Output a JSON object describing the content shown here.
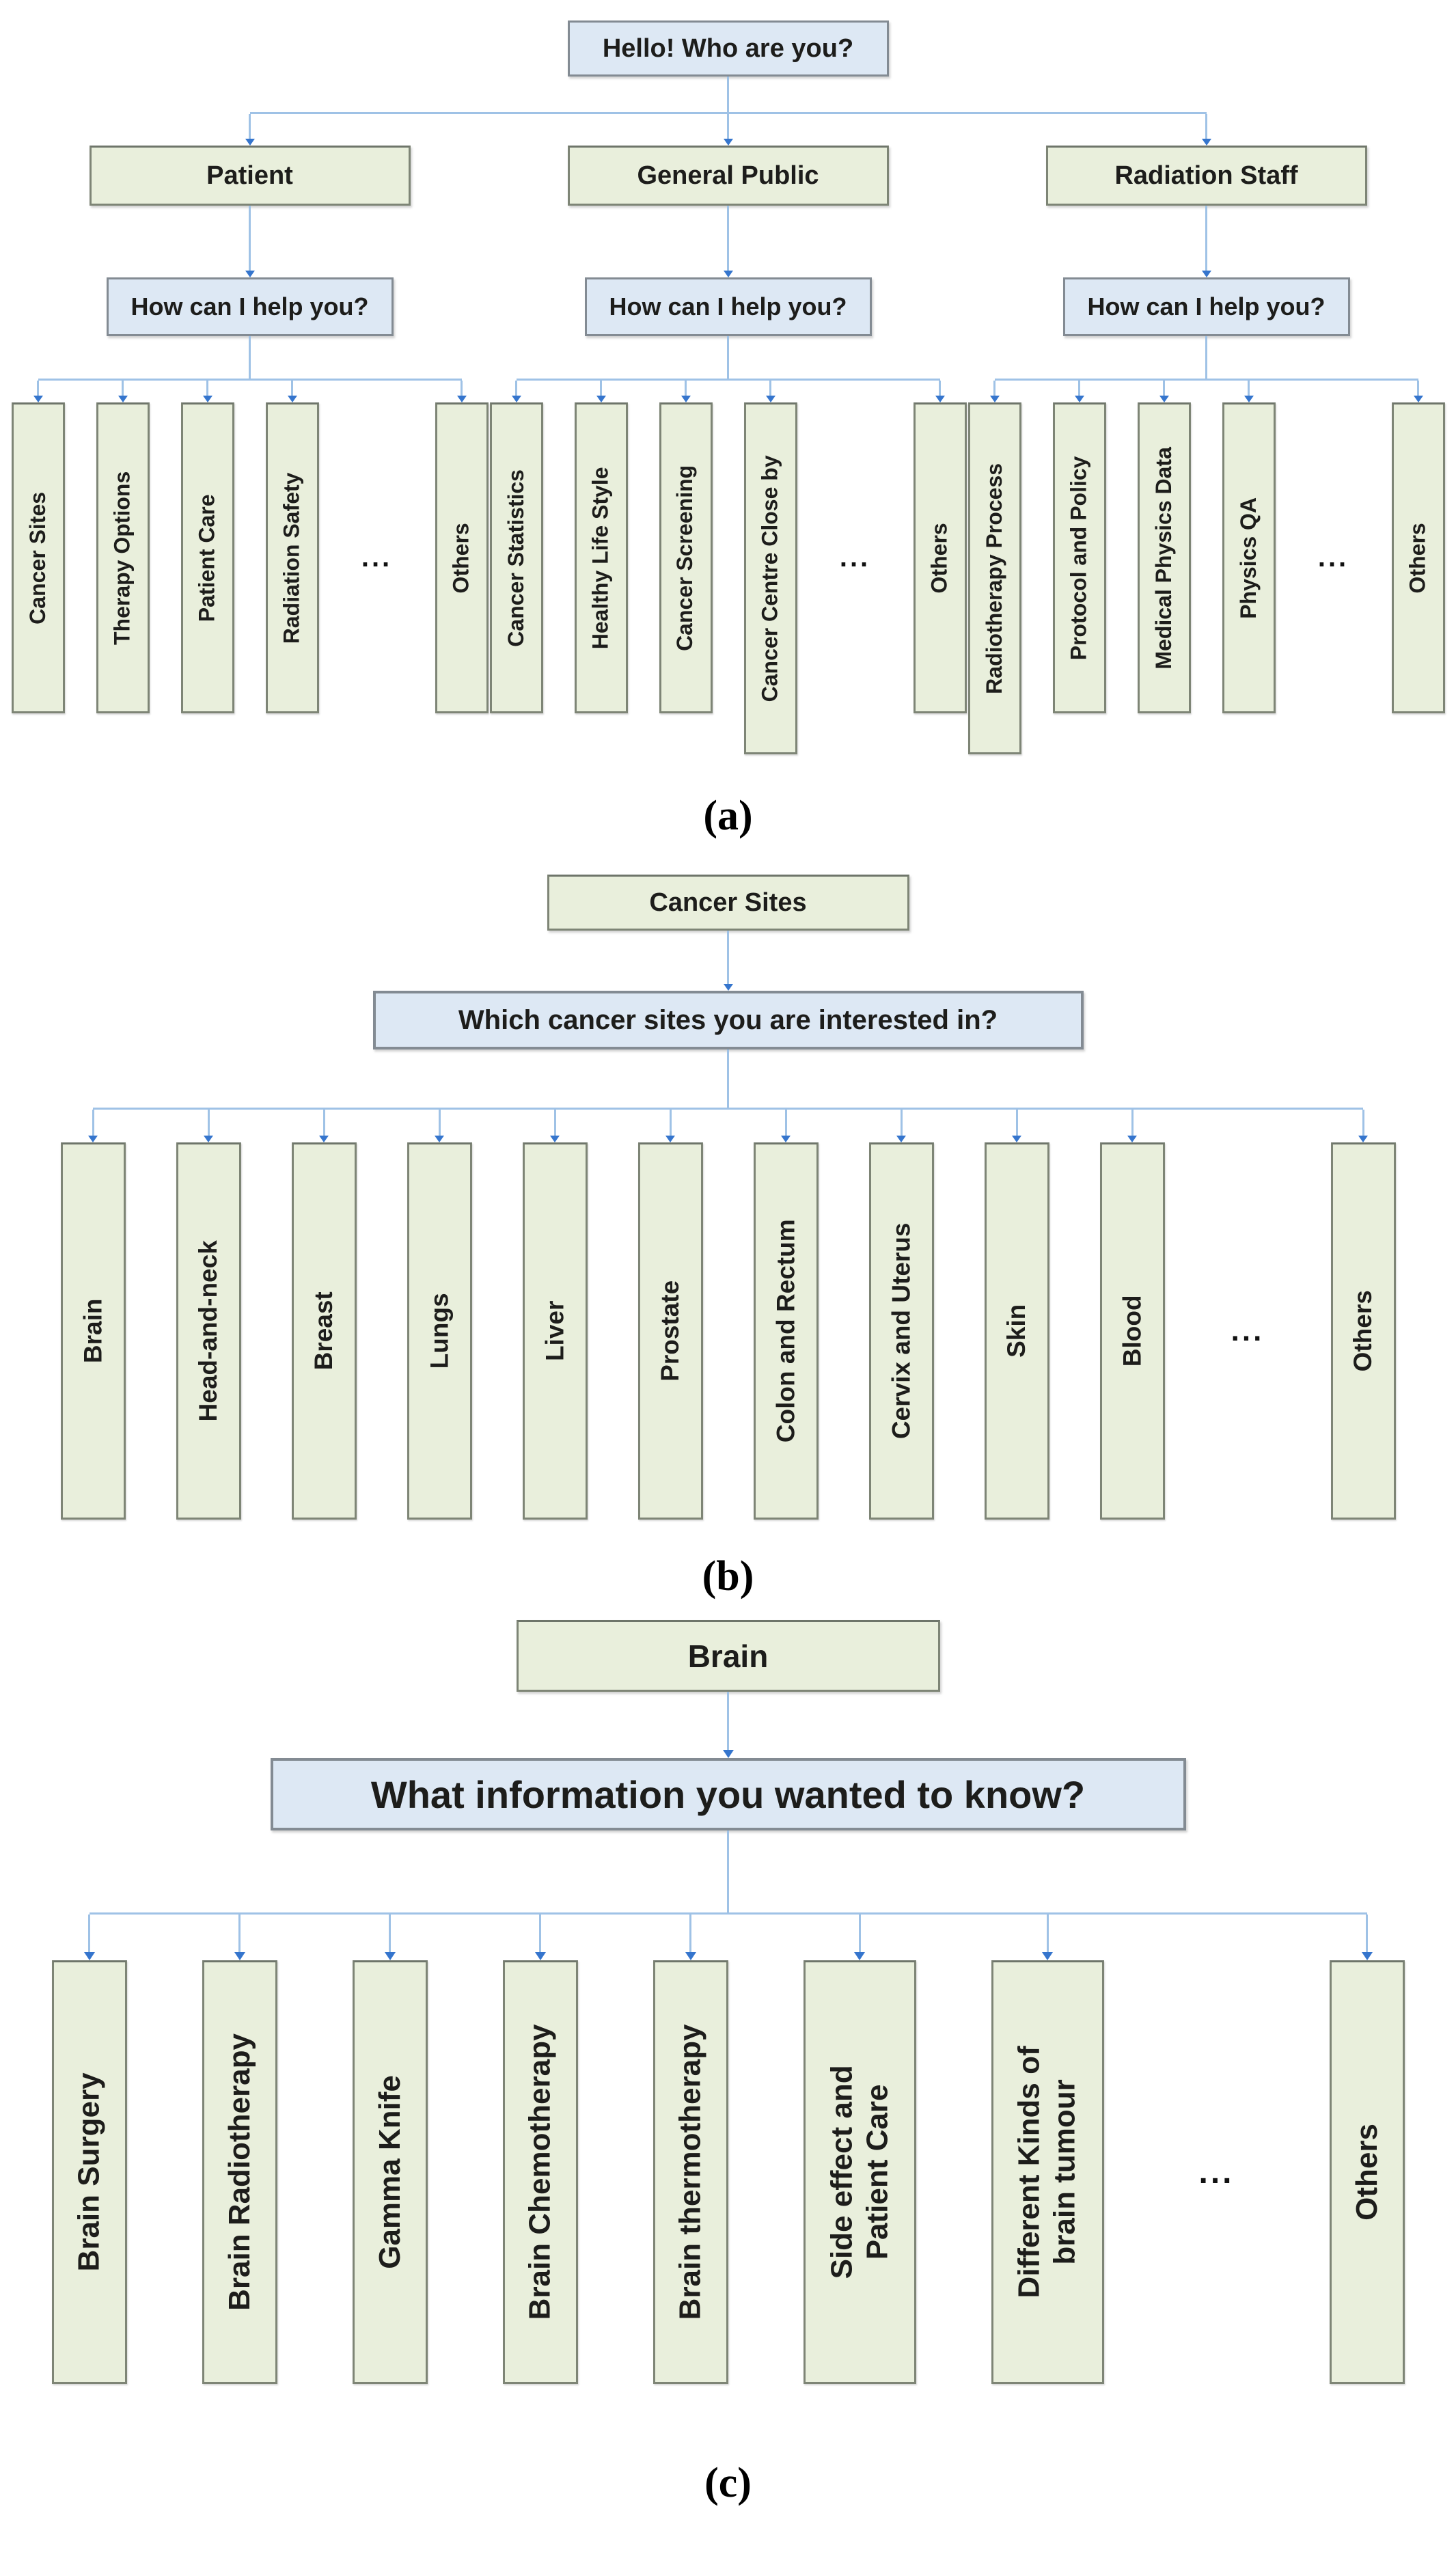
{
  "figure": {
    "description": "Chatbot dialogue flow diagram with three panels"
  },
  "colors": {
    "node_green_fill": "#e9efdc",
    "node_green_border": "#7e8576",
    "node_blue_fill": "#dde8f4",
    "node_blue_border": "#838b93",
    "connector_line": "#9fc2e6",
    "arrowhead": "#3575cd",
    "text": "#1d1d1b"
  },
  "panels": {
    "a": {
      "caption": "(a)",
      "root": "Hello! Who are you?",
      "branches": [
        {
          "head": "Patient",
          "question": "How can I help you?",
          "leaves": [
            "Cancer Sites",
            "Therapy Options",
            "Patient Care",
            "Radiation Safety",
            "...",
            "Others"
          ]
        },
        {
          "head": "General Public",
          "question": "How can I help you?",
          "leaves": [
            "Cancer Statistics",
            "Healthy Life Style",
            "Cancer Screening",
            "Cancer Centre Close by",
            "...",
            "Others"
          ]
        },
        {
          "head": "Radiation Staff",
          "question": "How can I help you?",
          "leaves": [
            "Radiotherapy Process",
            "Protocol and Policy",
            "Medical Physics Data",
            "Physics QA",
            "...",
            "Others"
          ]
        }
      ]
    },
    "b": {
      "caption": "(b)",
      "root": "Cancer Sites",
      "question": "Which cancer sites you are interested in?",
      "leaves": [
        "Brain",
        "Head-and-neck",
        "Breast",
        "Lungs",
        "Liver",
        "Prostate",
        "Colon and Rectum",
        "Cervix and Uterus",
        "Skin",
        "Blood",
        "...",
        "Others"
      ]
    },
    "c": {
      "caption": "(c)",
      "root": "Brain",
      "question": "What information you wanted to know?",
      "leaves": [
        "Brain Surgery",
        "Brain Radiotherapy",
        "Gamma Knife",
        "Brain Chemotherapy",
        "Brain thermotherapy",
        "Side effect and\nPatient Care",
        "Different Kinds of\nbrain tumour",
        "...",
        "Others"
      ]
    }
  }
}
